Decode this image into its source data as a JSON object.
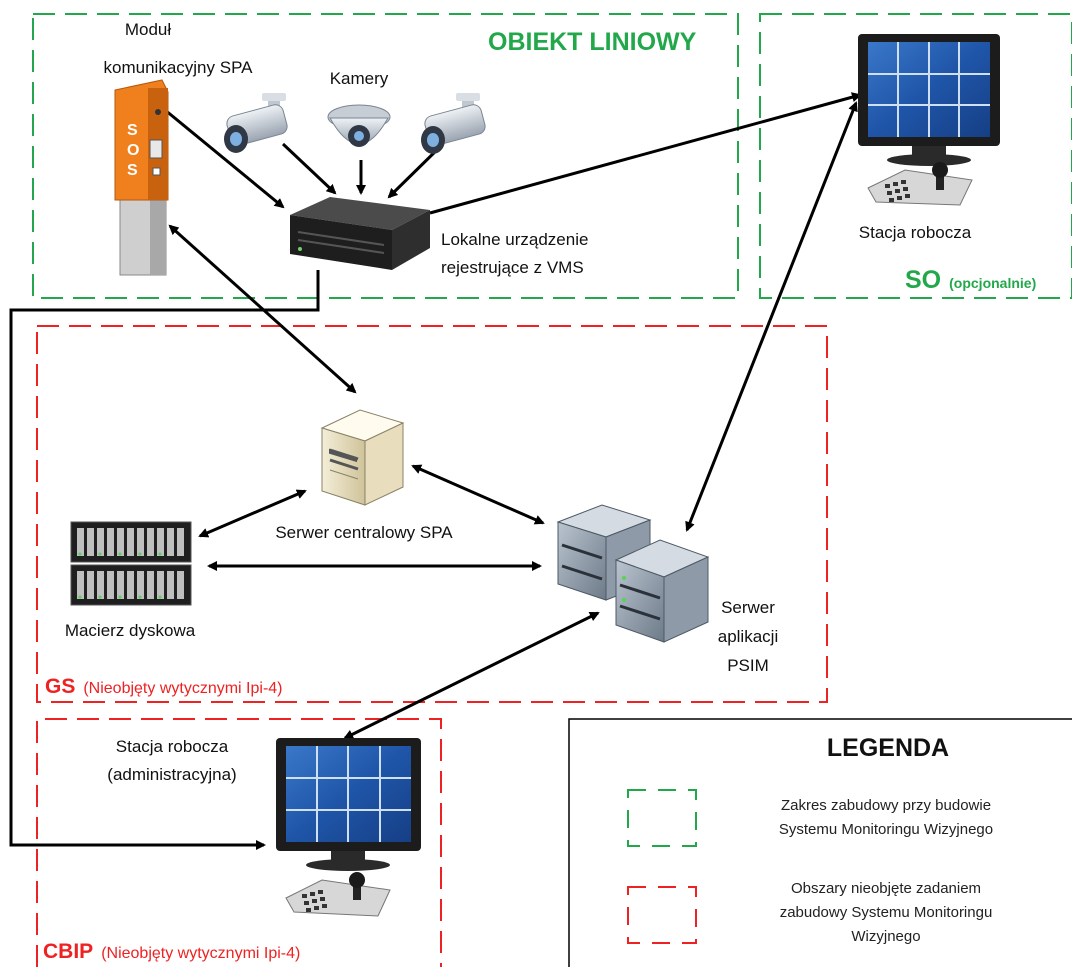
{
  "colors": {
    "green": "#22a84a",
    "red": "#ee2222",
    "arrow": "#000000",
    "sos": "#f07f1e"
  },
  "regions": {
    "obiekt": {
      "title": "OBIEKT LINIOWY"
    },
    "so": {
      "title": "SO",
      "subtitle": "(opcjonalnie)"
    },
    "gs": {
      "title": "GS",
      "subtitle": "(Nieobjęty wytycznymi Ipi-4)"
    },
    "cbip": {
      "title": "CBIP",
      "subtitle": "(Nieobjęty wytycznymi Ipi-4)"
    }
  },
  "labels": {
    "modul_line1": "Moduł",
    "modul_line2": "komunikacyjny SPA",
    "sos_text": "SOS",
    "kamery": "Kamery",
    "nvr_line1": "Lokalne urządzenie",
    "nvr_line2": "rejestrujące z VMS",
    "so_station": "Stacja robocza",
    "serwer_spa": "Serwer centralowy SPA",
    "macierz": "Macierz dyskowa",
    "psim_line1": "Serwer",
    "psim_line2": "aplikacji",
    "psim_line3": "PSIM",
    "cbip_station_line1": "Stacja robocza",
    "cbip_station_line2": "(administracyjna)"
  },
  "legend": {
    "title": "LEGENDA",
    "green_line1": "Zakres zabudowy przy budowie",
    "green_line2": "Systemu Monitoringu Wizyjnego",
    "red_line1": "Obszary nieobjęte zadaniem",
    "red_line2": "zabudowy Systemu Monitoringu",
    "red_line3": "Wizyjnego"
  }
}
